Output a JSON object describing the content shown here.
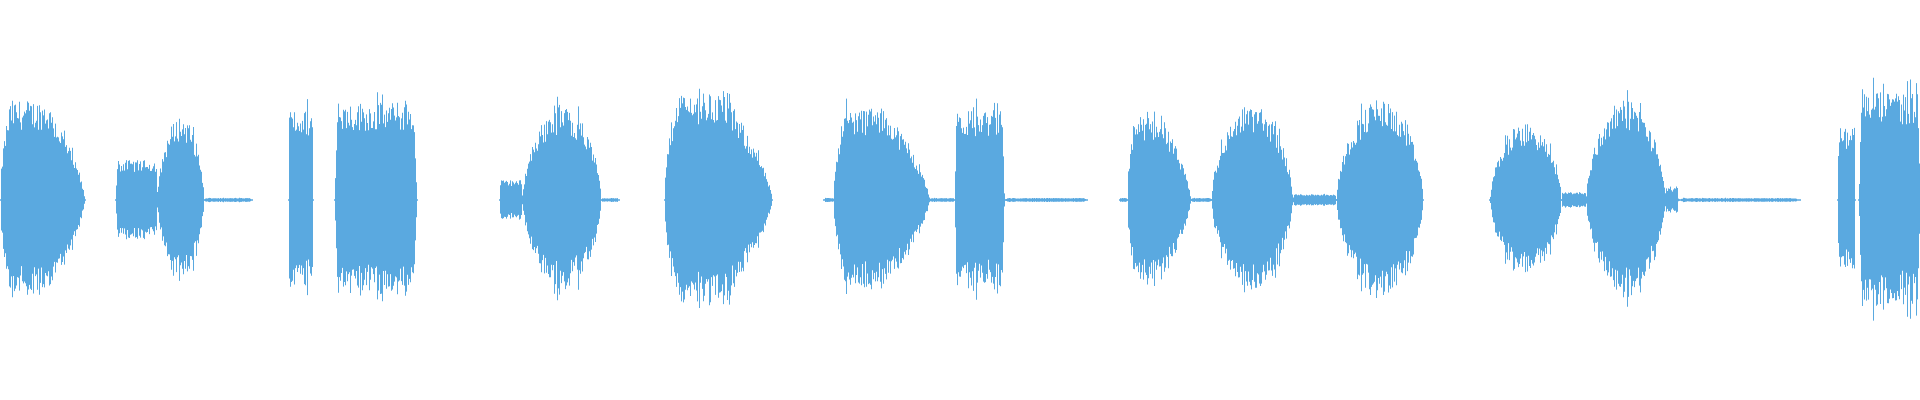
{
  "waveform": {
    "color": "#5aa9e0",
    "background": "#ffffff",
    "segments": [
      {
        "start": 0.0,
        "end": 0.044,
        "amplitude": 0.5,
        "shape": "decay"
      },
      {
        "start": 0.06,
        "end": 0.082,
        "amplitude": 0.2,
        "shape": "flat"
      },
      {
        "start": 0.082,
        "end": 0.106,
        "amplitude": 0.42,
        "shape": "bell"
      },
      {
        "start": 0.106,
        "end": 0.131,
        "amplitude": 0.01,
        "shape": "flat"
      },
      {
        "start": 0.15,
        "end": 0.163,
        "amplitude": 0.45,
        "shape": "flat"
      },
      {
        "start": 0.174,
        "end": 0.217,
        "amplitude": 0.49,
        "shape": "flat"
      },
      {
        "start": 0.26,
        "end": 0.272,
        "amplitude": 0.1,
        "shape": "flat"
      },
      {
        "start": 0.272,
        "end": 0.313,
        "amplitude": 0.47,
        "shape": "bell"
      },
      {
        "start": 0.313,
        "end": 0.322,
        "amplitude": 0.01,
        "shape": "flat"
      },
      {
        "start": 0.346,
        "end": 0.402,
        "amplitude": 0.54,
        "shape": "decay"
      },
      {
        "start": 0.429,
        "end": 0.436,
        "amplitude": 0.01,
        "shape": "flat"
      },
      {
        "start": 0.434,
        "end": 0.484,
        "amplitude": 0.46,
        "shape": "decay"
      },
      {
        "start": 0.484,
        "end": 0.497,
        "amplitude": 0.01,
        "shape": "flat"
      },
      {
        "start": 0.497,
        "end": 0.523,
        "amplitude": 0.45,
        "shape": "flat"
      },
      {
        "start": 0.523,
        "end": 0.566,
        "amplitude": 0.01,
        "shape": "flat"
      },
      {
        "start": 0.583,
        "end": 0.587,
        "amplitude": 0.01,
        "shape": "flat"
      },
      {
        "start": 0.587,
        "end": 0.62,
        "amplitude": 0.42,
        "shape": "decay"
      },
      {
        "start": 0.62,
        "end": 0.631,
        "amplitude": 0.01,
        "shape": "flat"
      },
      {
        "start": 0.631,
        "end": 0.673,
        "amplitude": 0.48,
        "shape": "bell"
      },
      {
        "start": 0.673,
        "end": 0.696,
        "amplitude": 0.03,
        "shape": "flat"
      },
      {
        "start": 0.696,
        "end": 0.741,
        "amplitude": 0.5,
        "shape": "bell"
      },
      {
        "start": 0.776,
        "end": 0.813,
        "amplitude": 0.38,
        "shape": "bell"
      },
      {
        "start": 0.813,
        "end": 0.826,
        "amplitude": 0.04,
        "shape": "flat"
      },
      {
        "start": 0.826,
        "end": 0.867,
        "amplitude": 0.5,
        "shape": "bell"
      },
      {
        "start": 0.867,
        "end": 0.874,
        "amplitude": 0.06,
        "shape": "flat"
      },
      {
        "start": 0.874,
        "end": 0.937,
        "amplitude": 0.01,
        "shape": "flat"
      },
      {
        "start": 0.957,
        "end": 0.966,
        "amplitude": 0.36,
        "shape": "flat"
      },
      {
        "start": 0.968,
        "end": 1.0,
        "amplitude": 0.54,
        "shape": "flat"
      }
    ]
  }
}
